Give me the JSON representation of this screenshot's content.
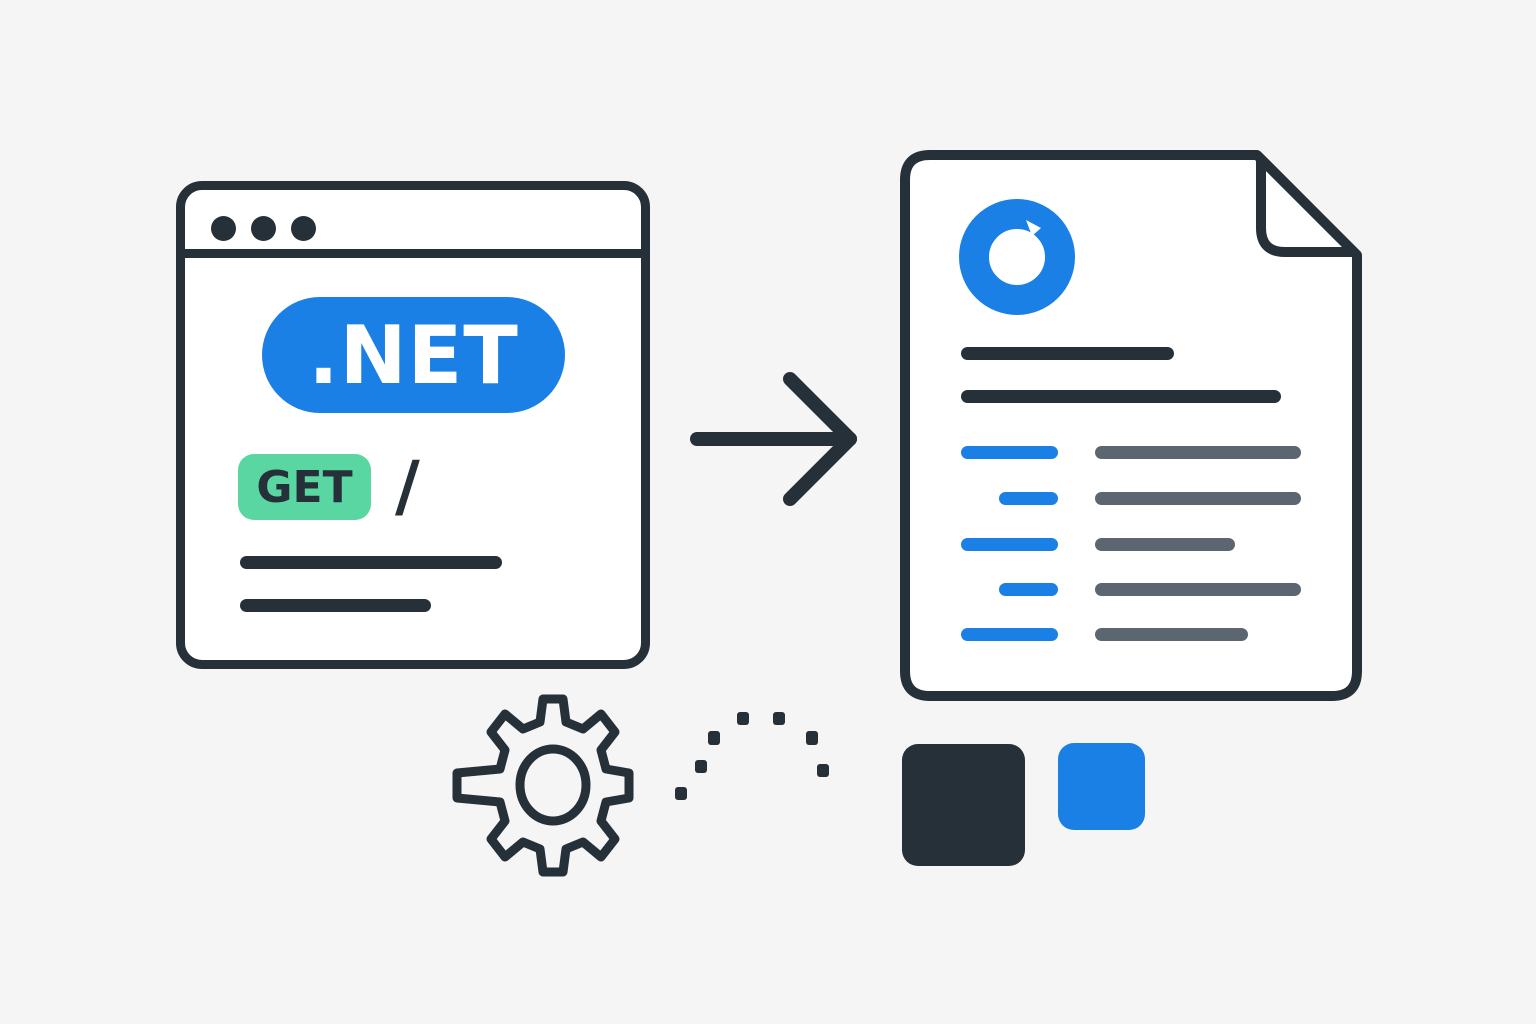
{
  "scene": {
    "background": "#f5f5f5",
    "colors": {
      "outline": "#263039",
      "accent_blue": "#1a80e6",
      "accent_green": "#5ad6a2",
      "muted_grey": "#5b6670"
    }
  },
  "browser_window": {
    "window_controls": [
      "dot",
      "dot",
      "dot"
    ],
    "framework_badge": ".NET",
    "http_method": "GET",
    "route_path": "/",
    "content_lines": 2
  },
  "flow_arrow": {
    "icon": "arrow-right-icon"
  },
  "document": {
    "logo_icon": "ring-logo-icon",
    "header_lines": 2,
    "rows": [
      {
        "key": "long",
        "value": "long"
      },
      {
        "key": "short",
        "value": "long"
      },
      {
        "key": "long",
        "value": "medium"
      },
      {
        "key": "short",
        "value": "long"
      },
      {
        "key": "long",
        "value": "medium"
      }
    ]
  },
  "bottom": {
    "gear_icon": "gear-icon",
    "connector": "dotted-arc",
    "swatches": [
      "#263039",
      "#1a80e6"
    ]
  }
}
